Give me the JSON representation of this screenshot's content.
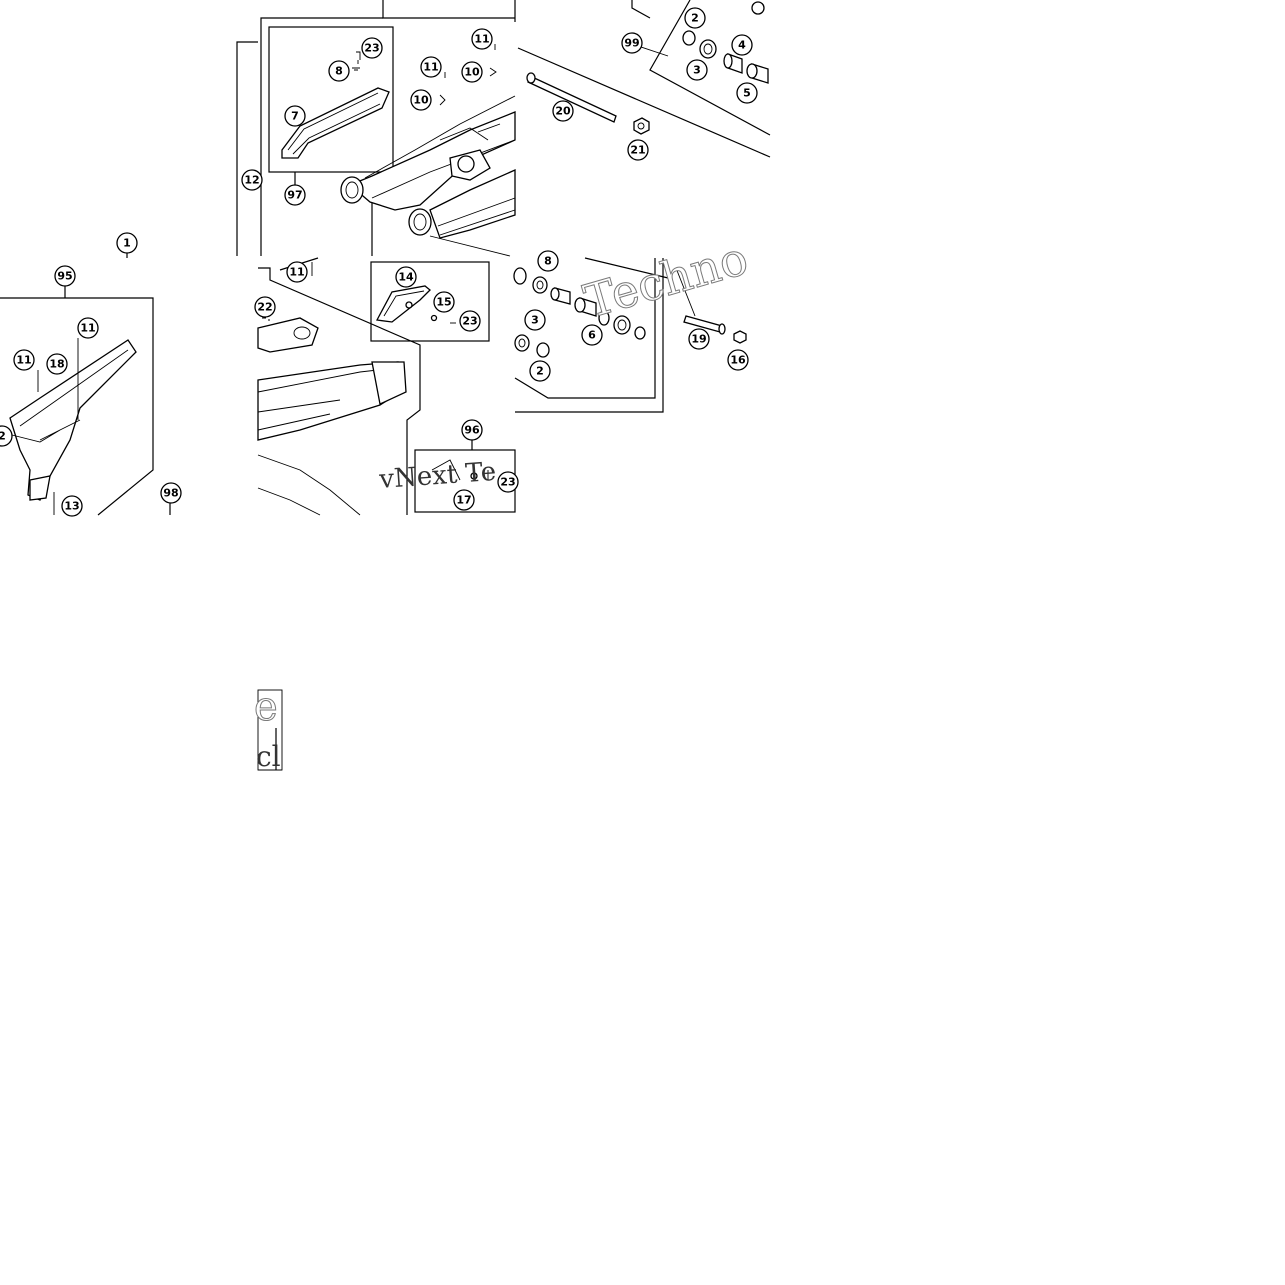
{
  "diagram": {
    "title": "",
    "callouts": [
      "1",
      "2",
      "3",
      "4",
      "5",
      "6",
      "7",
      "8",
      "10",
      "11",
      "12",
      "13",
      "14",
      "15",
      "16",
      "17",
      "18",
      "19",
      "20",
      "21",
      "22",
      "23",
      "95",
      "96",
      "97",
      "98",
      "99"
    ],
    "watermarks": [
      "Techno",
      "vNext Te",
      "e",
      "cl"
    ],
    "colors": {
      "ink": "#000000",
      "background": "#ffffff",
      "watermark_stroke": "#7a7a7a"
    }
  }
}
